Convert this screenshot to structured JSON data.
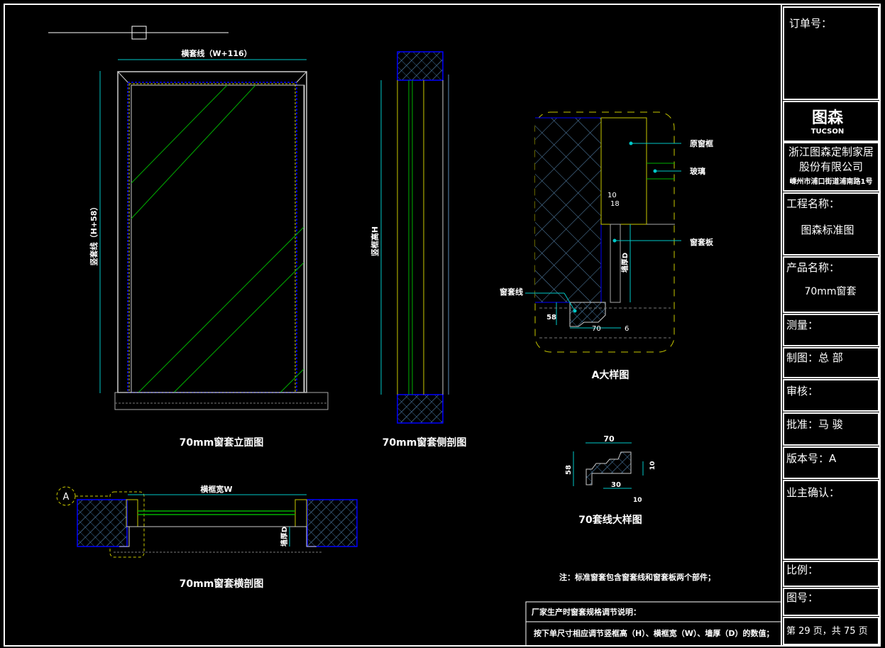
{
  "colors": {
    "background": "#000000",
    "frame": "#ffffff",
    "dimension": "#00c8c8",
    "glass": "#00b000",
    "window_frame": "#c8c800",
    "wall": "#0000ff",
    "hatch": "#5a8ab4"
  },
  "views": {
    "elevation": {
      "title": "70mm窗套立面图",
      "dim_width": "横套线（W+116）",
      "dim_height": "竖套线（H+58）"
    },
    "side_section": {
      "title": "70mm窗套侧剖图",
      "dim_height": "竖框高H"
    },
    "plan_section": {
      "title": "70mm窗套横剖图",
      "dim_width": "横框宽W",
      "dim_depth": "墙厚D",
      "detail_marker": "A"
    },
    "detail_a": {
      "title": "A大样图",
      "labels": [
        "原窗框",
        "玻璃",
        "窗套板",
        "窗套线"
      ],
      "dim_wall": "墙厚D",
      "dims": [
        "10",
        "18",
        "58",
        "70",
        "6"
      ]
    },
    "profile": {
      "title": "70套线大样图",
      "dims": [
        "70",
        "58",
        "30",
        "10",
        "10"
      ]
    }
  },
  "notes": {
    "note": "注：标准窗套包含窗套线和窗套板两个部件；",
    "table_header": "厂家生产时窗套规格调节说明：",
    "table_row": "按下单尺寸相应调节竖框高（H）、横框宽（W）、墙厚（D）的数值；"
  },
  "title_block": {
    "order_no": "订单号：",
    "logo_cn": "图森",
    "logo_en": "TUCSON",
    "company_line1": "浙江图森定制家居",
    "company_line2": "股份有限公司",
    "address": "嵊州市浦口街道浦南路1号",
    "project_label": "工程名称：",
    "project_value": "图森标准图",
    "product_label": "产品名称：",
    "product_value": "70mm窗套",
    "survey": "测量：",
    "drawn": "制图：总 部",
    "review": "审核：",
    "approve": "批准：马 骏",
    "version": "版本号：A",
    "owner_confirm": "业主确认：",
    "scale": "比例：",
    "drawing_no": "图号：",
    "page": "第 29 页，共 75 页"
  }
}
